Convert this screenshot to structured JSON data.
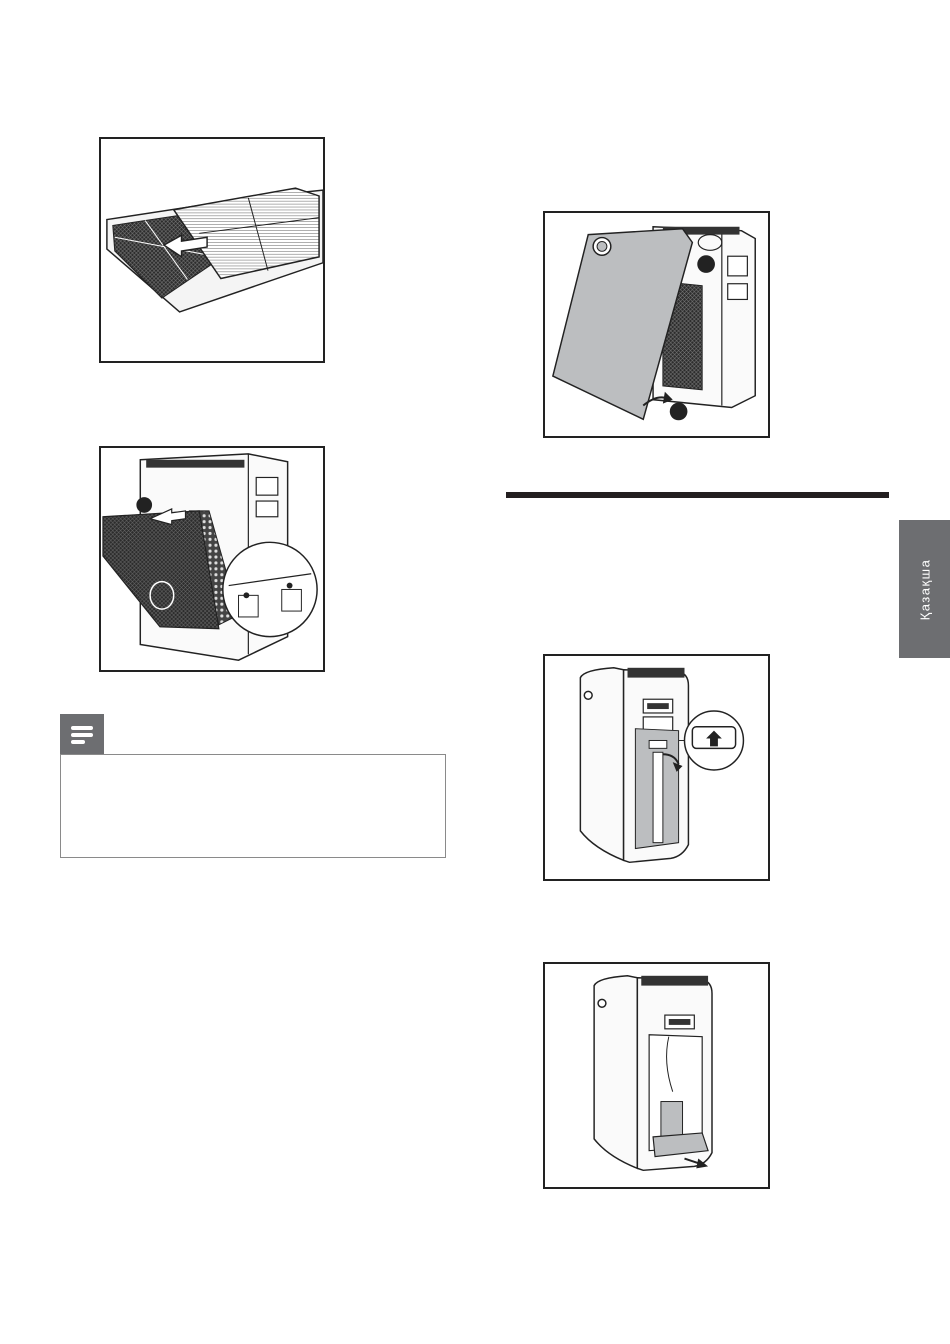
{
  "side_tab": {
    "label": "Қазақша"
  },
  "figures": [
    {
      "id": "fig1",
      "icon": "filter-slide-illustration"
    },
    {
      "id": "fig2",
      "icon": "prefilter-attach-illustration"
    },
    {
      "id": "fig3",
      "icon": "front-panel-attach-illustration"
    },
    {
      "id": "fig4",
      "icon": "water-tank-release-illustration"
    },
    {
      "id": "fig5",
      "icon": "water-tank-remove-illustration"
    }
  ],
  "note": {
    "icon": "note-icon"
  },
  "colors": {
    "tab": "#6d6e71",
    "rule": "#231f20",
    "frame": "#222222"
  }
}
